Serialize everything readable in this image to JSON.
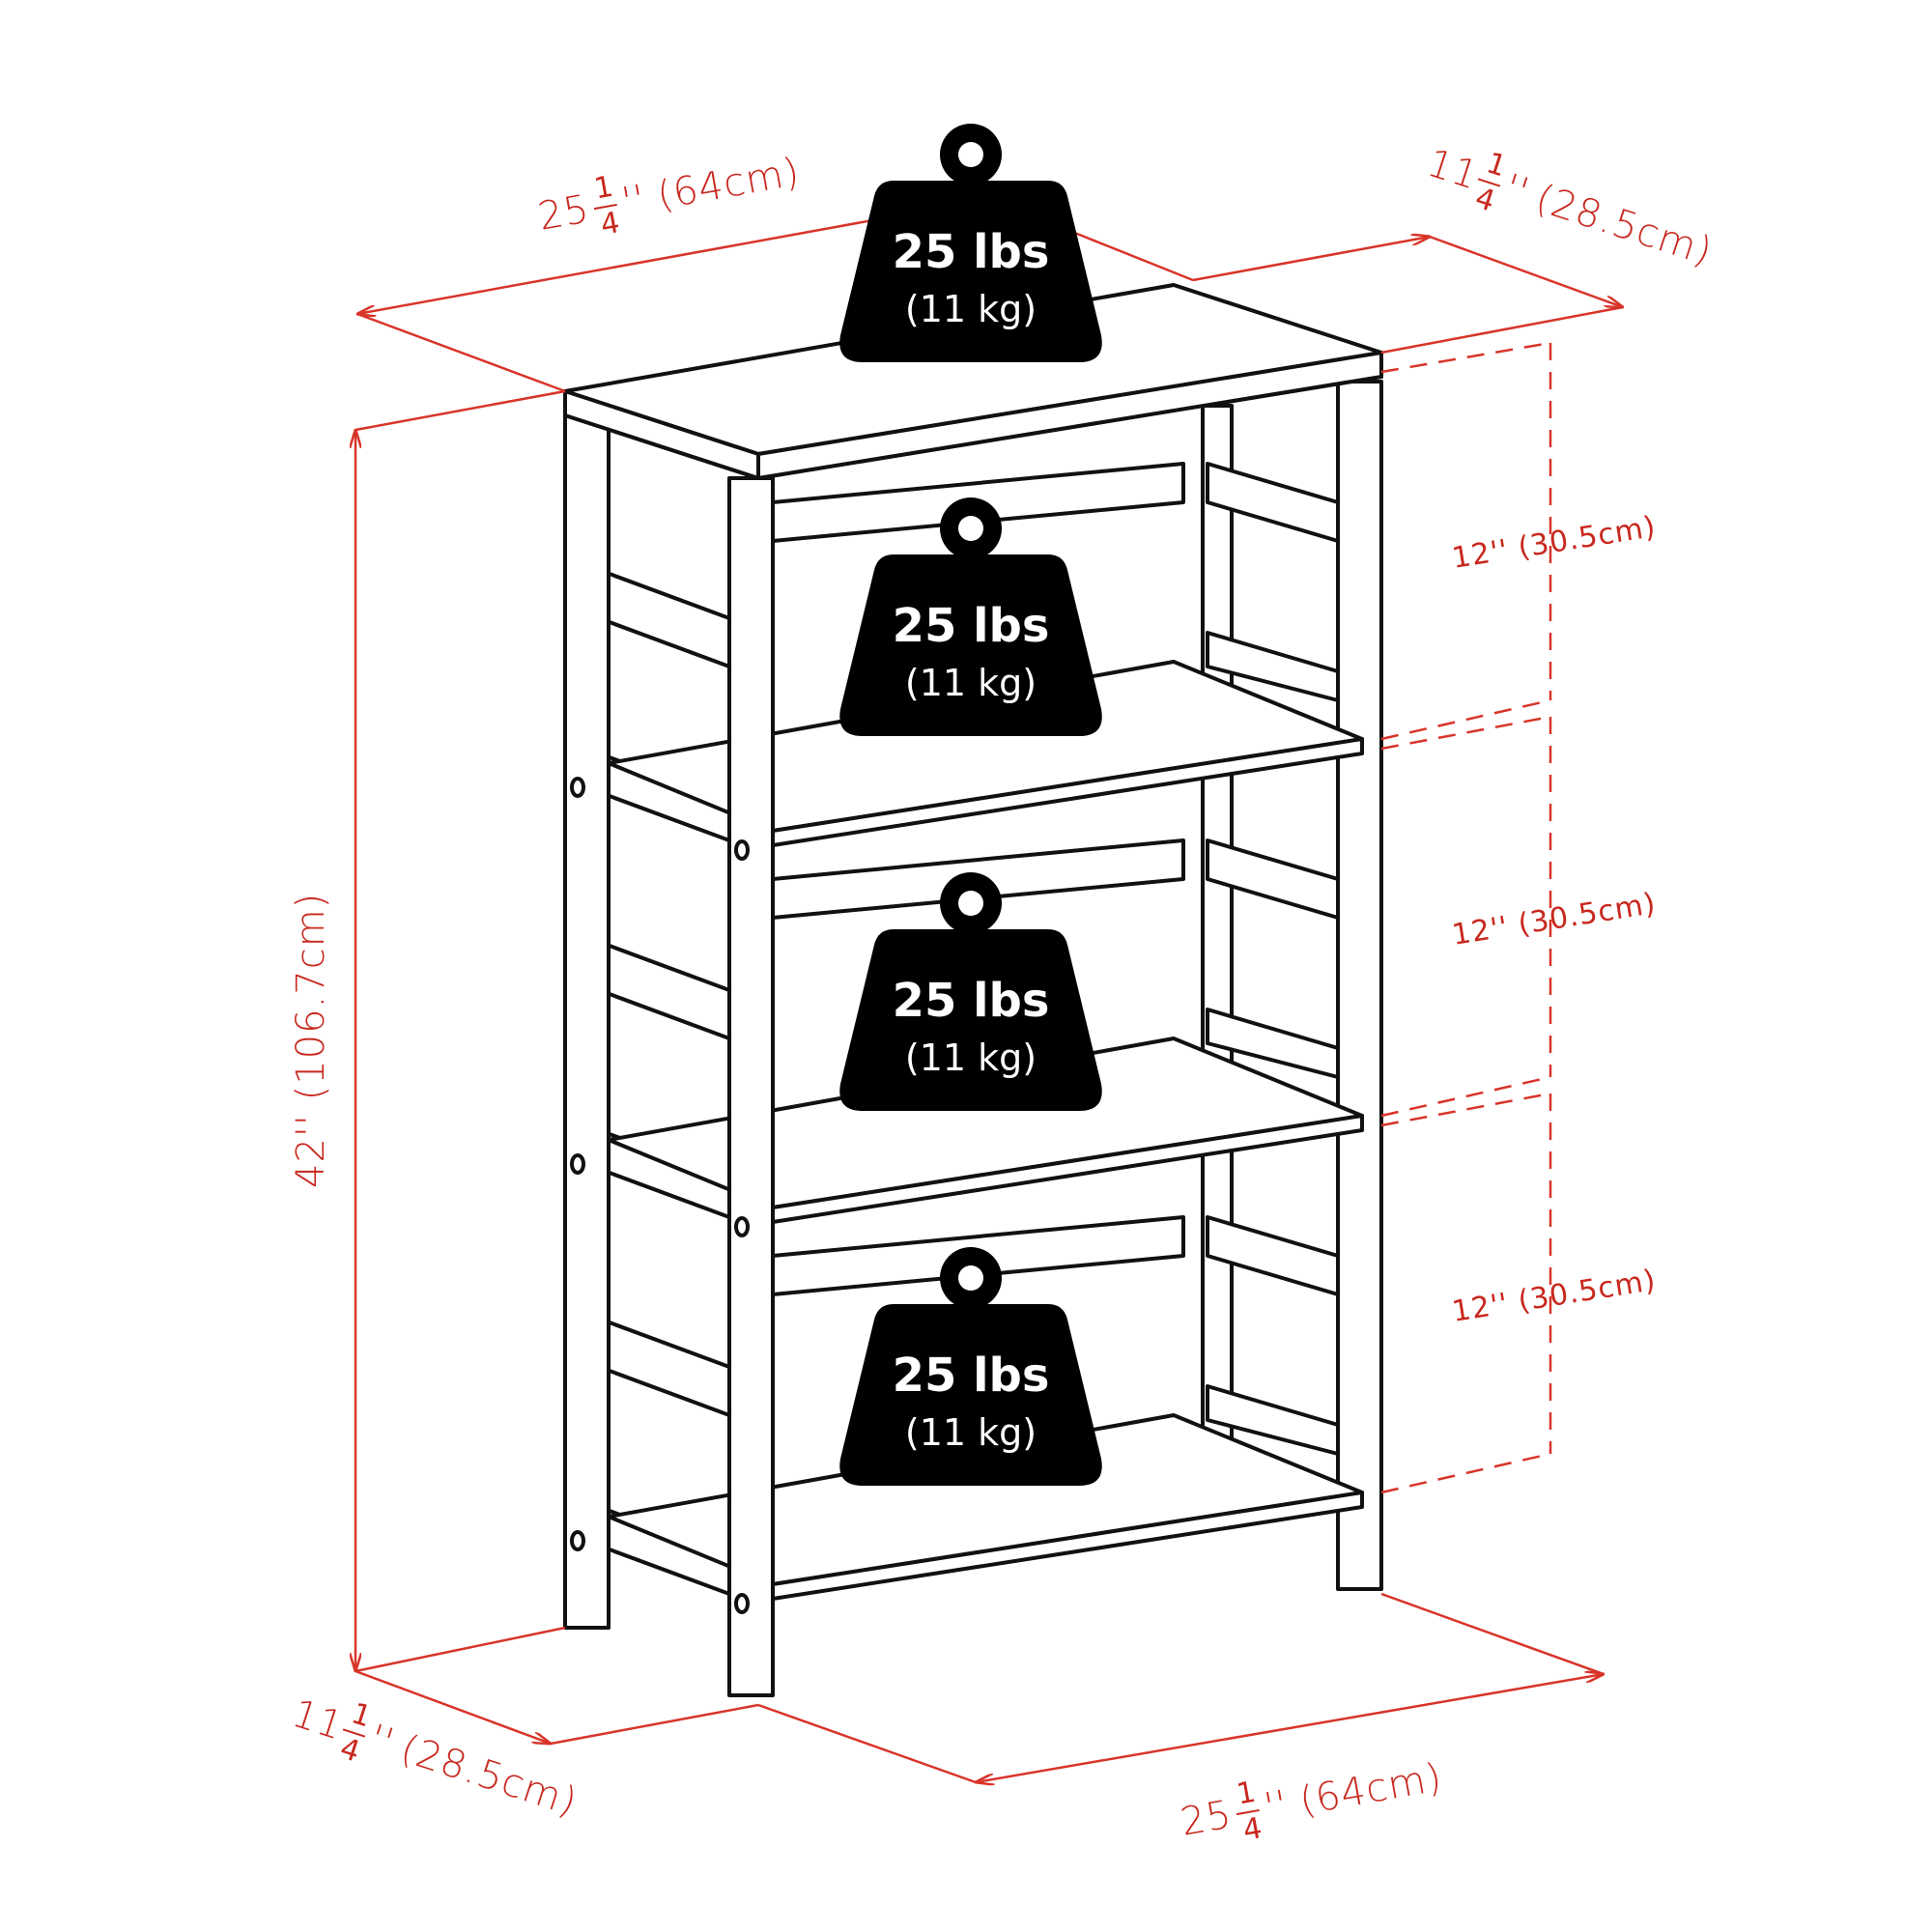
{
  "dimensions": {
    "top_width": {
      "whole": "25",
      "num": "1",
      "den": "4",
      "unit": "''",
      "metric": "(64cm)"
    },
    "top_depth": {
      "whole": "11",
      "num": "1",
      "den": "4",
      "unit": "''",
      "metric": "(28.5cm)"
    },
    "height": "42'' (106.7cm)",
    "shelf_spacing": [
      "12'' (30.5cm)",
      "12'' (30.5cm)",
      "12'' (30.5cm)"
    ],
    "bottom_depth": {
      "whole": "11",
      "num": "1",
      "den": "4",
      "unit": "''",
      "metric": "(28.5cm)"
    },
    "bottom_width": {
      "whole": "25",
      "num": "1",
      "den": "4",
      "unit": "''",
      "metric": "(64cm)"
    }
  },
  "weights": [
    {
      "lbs": "25 lbs",
      "kg": "(11 kg)"
    },
    {
      "lbs": "25 lbs",
      "kg": "(11 kg)"
    },
    {
      "lbs": "25 lbs",
      "kg": "(11 kg)"
    },
    {
      "lbs": "25 lbs",
      "kg": "(11 kg)"
    }
  ],
  "colors": {
    "dimension_line": "#d8342a",
    "outline": "#111111",
    "weight_fill": "#000000"
  }
}
